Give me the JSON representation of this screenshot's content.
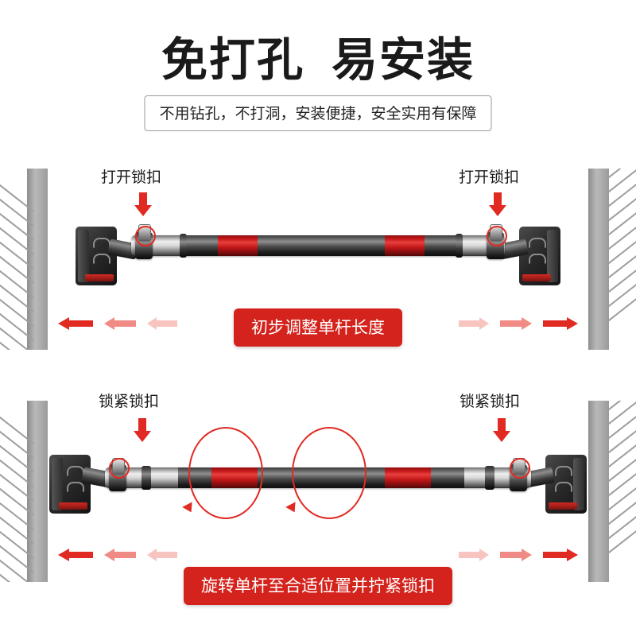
{
  "header": {
    "title_left": "免打孔",
    "title_right": "易安装",
    "subtitle": "不用钻孔，不打洞，安装便捷，安全实用有保障"
  },
  "colors": {
    "accent_red": "#d4231c",
    "arrow_red": "#e02a22",
    "arrow_red_mid": "#f08a84",
    "arrow_red_light": "#f7c4c0",
    "wall_gray": "#9e9e9e",
    "text_dark": "#1a1a1a"
  },
  "steps": [
    {
      "id": "step-1",
      "label_left": "打开锁扣",
      "label_right": "打开锁扣",
      "caption": "初步调整单杆长度"
    },
    {
      "id": "step-2",
      "label_left": "锁紧锁扣",
      "label_right": "锁紧锁扣",
      "caption": "旋转单杆至合适位置并拧紧锁扣"
    }
  ],
  "icons": {
    "down_arrow": "down-arrow-icon",
    "left_arrow": "left-arrow-icon",
    "right_arrow": "right-arrow-icon",
    "rotation": "rotation-arrow-icon",
    "lock_highlight": "lock-highlight-circle-icon"
  }
}
